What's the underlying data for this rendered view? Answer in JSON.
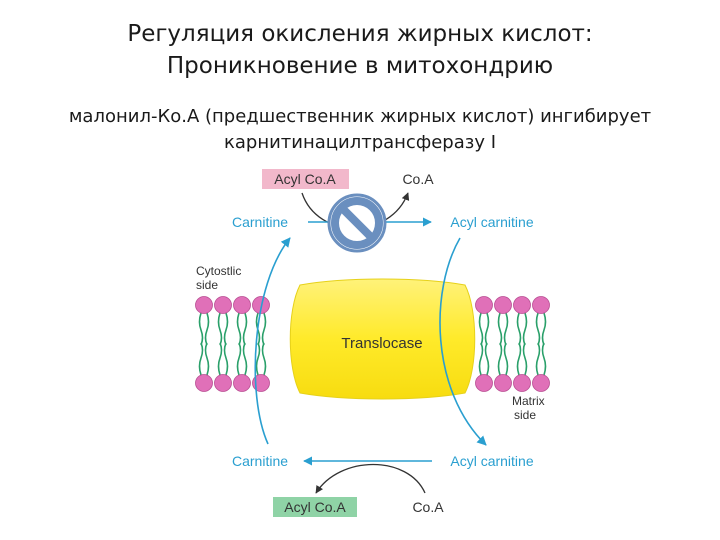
{
  "title": {
    "line1": "Регуляция окисления жирных кислот:",
    "line2": "Проникновение в митохондрию"
  },
  "subtitle": {
    "line1": "малонил-Ко.А (предшественник жирных кислот) ингибирует",
    "line2": "карнитинацилтрансферазу I"
  },
  "diagram": {
    "top": {
      "acyl_coa": "Acyl Co.A",
      "coa": "Co.A",
      "carnitine": "Carnitine",
      "acyl_carnitine": "Acyl carnitine"
    },
    "bottom": {
      "carnitine": "Carnitine",
      "acyl_carnitine": "Acyl carnitine",
      "acyl_coa": "Acyl Co.A",
      "coa": "Co.A"
    },
    "cytosolic_side": [
      "Cytostlic",
      "side"
    ],
    "matrix_side": [
      "Matrix",
      "side"
    ],
    "translocase": "Translocase",
    "colors": {
      "arrow": "#2a9fd0",
      "label_text": "#2a9fd0",
      "acyl_coa_top_box": "#f2b8cb",
      "acyl_coa_bottom_box": "#8fd3a6",
      "lipid_head": "#e070b8",
      "lipid_tail": "#2aa06a",
      "translocase": "#ffed3a",
      "inhibit_sign": "#6a8fbf"
    }
  }
}
